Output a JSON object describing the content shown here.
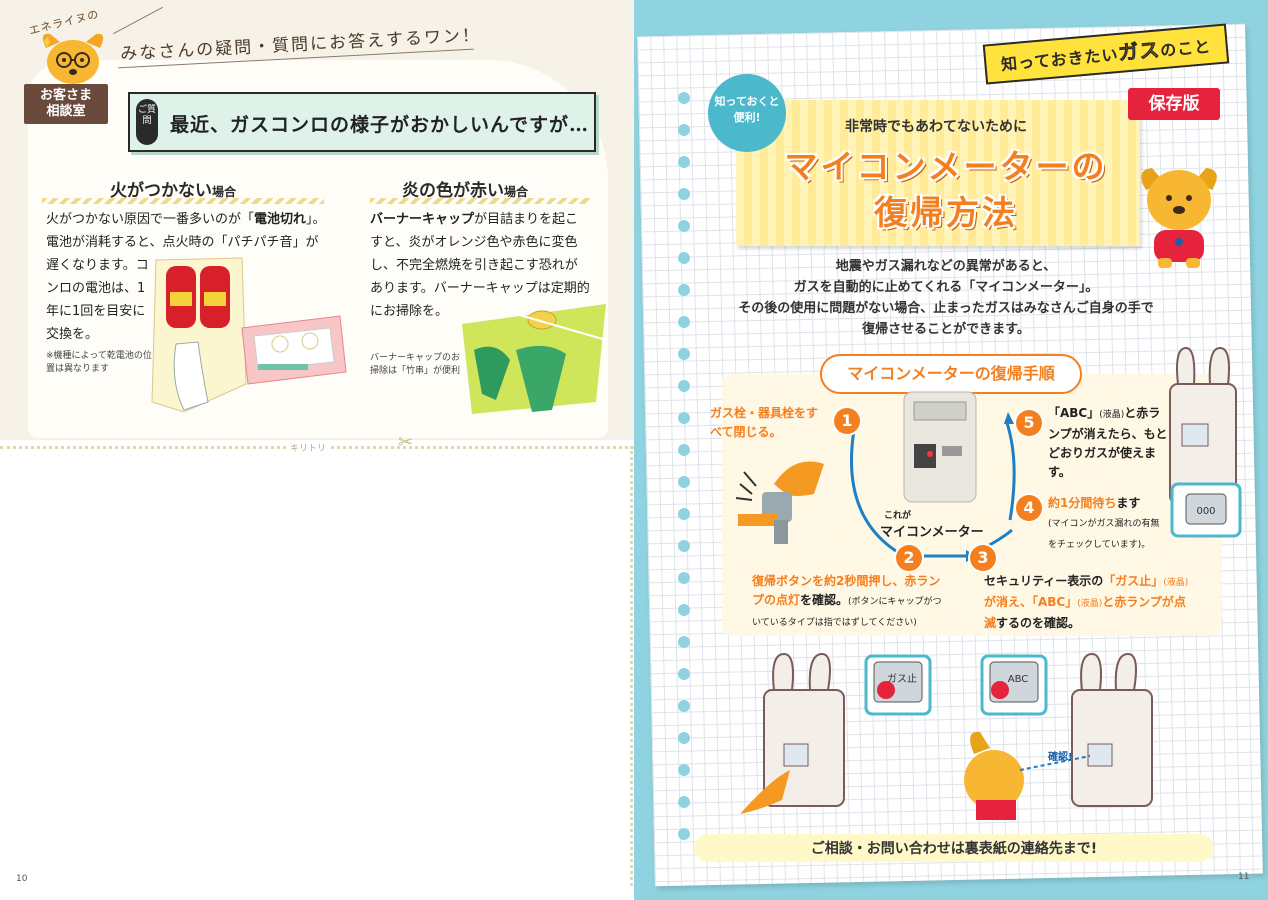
{
  "left": {
    "mascot_name": "エネライヌの",
    "tagline": "みなさんの疑問・質問にお答えするワン！",
    "consult_badge": [
      "お客さま",
      "相談室"
    ],
    "question_tag": "ご質問",
    "question": "最近、ガスコンロの様子がおかしいんですが…",
    "section1": {
      "title": "火がつかない",
      "title_suffix": "場合",
      "body_lead": "火がつかない原因で一番多いのが「",
      "body_key": "電池切れ",
      "body_rest": "」。電池が消耗すると、点火時の「パチパチ音」が",
      "body_cont": "遅くなります。コンロの電池は、1年に1回を目安に交換を。",
      "note": "※機種によって乾電池の位置は異なります"
    },
    "section2": {
      "title": "炎の色が赤い",
      "title_suffix": "場合",
      "body_key": "バーナーキャップ",
      "body_rest": "が目詰まりを起こすと、炎がオレンジ色や赤色に変色し、不完全燃焼を引き起こす恐れがあります。バーナーキャップは定期的にお掃除を。",
      "caption": "バーナーキャップのお掃除は「竹串」が便利"
    },
    "cut_label": "キリトリ",
    "page_number": "10"
  },
  "right": {
    "top_tag_a": "知っておきたい",
    "top_tag_b": "ガス",
    "top_tag_c": "のこと",
    "tip_badge": [
      "知っておくと",
      "便利!"
    ],
    "save_badge": "保存版",
    "title_sub": "非常時でもあわてないために",
    "title_line1": "マイコンメーターの",
    "title_line2": "復帰方法",
    "intro": [
      "地震やガス漏れなどの異常があると、",
      "ガスを自動的に止めてくれる「マイコンメーター」。",
      "その後の使用に問題がない場合、止まったガスはみなさんご自身の手で",
      "復帰させることができます。"
    ],
    "steps_title": "マイコンメーターの復帰手順",
    "meter_caption_small": "これが",
    "meter_caption": "マイコンメーター",
    "steps": [
      {
        "num": "1",
        "text": "ガス栓・器具栓をすべて閉じる。"
      },
      {
        "num": "2",
        "strong": "復帰ボタンを約2秒間押し、赤ランプの点灯",
        "rest": "を確認。",
        "small": "(ボタンにキャップがついているタイプは指ではずしてください)"
      },
      {
        "num": "3",
        "pre": "セキュリティー表示の",
        "strong1": "「ガス止」",
        "small1": "(液晶)",
        "strong2": "が消え、「ABC」",
        "small2": "(液晶)",
        "strong3": "と赤ランプが点滅",
        "rest": "するのを確認。"
      },
      {
        "num": "4",
        "strong": "約1分間待ち",
        "rest": "ます",
        "small": "(マイコンがガス漏れの有無をチェックしています)。"
      },
      {
        "num": "5",
        "pre": "「ABC」",
        "small": "(液晶)",
        "rest": "と赤ランプが消えたら、もとどおりガスが使えます。"
      }
    ],
    "lcd_labels": [
      "ガス止",
      "ABC",
      "000"
    ],
    "confirm_label": "確認!",
    "footer": "ご相談・お問い合わせは裏表紙の連絡先まで!",
    "page_number": "11"
  },
  "colors": {
    "accent_orange": "#f47f1f",
    "sky": "#8fd3e0",
    "save_red": "#e6233c",
    "tag_yellow": "#ffe23c"
  }
}
